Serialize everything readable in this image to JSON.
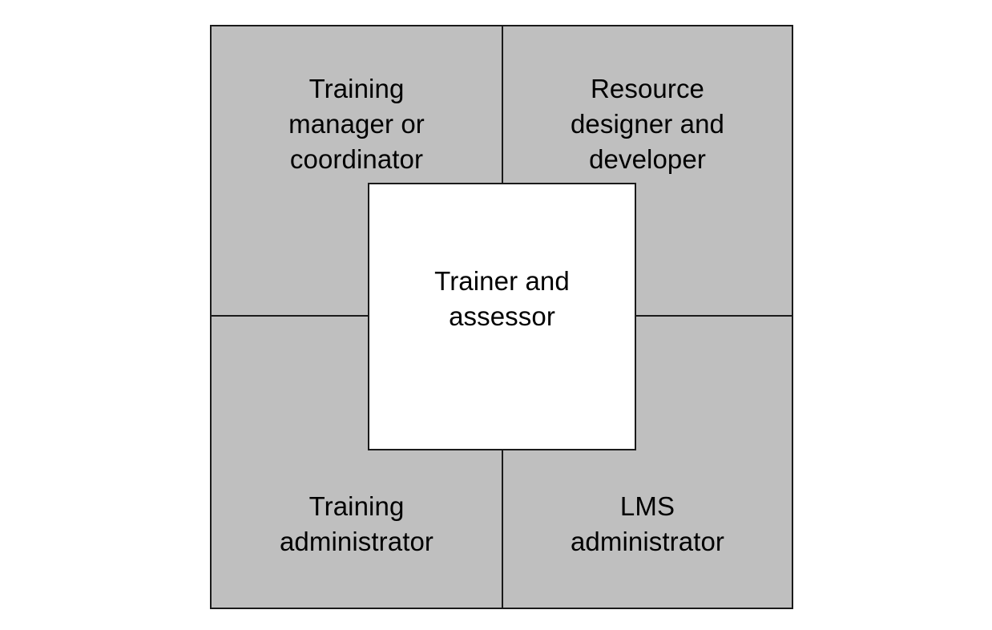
{
  "diagram": {
    "type": "center-surrounded-quadrants",
    "title": "Training roles diagram",
    "colors": {
      "quadrant_fill": "#BFBFBF",
      "center_fill": "#FFFFFF",
      "border": "#1A1A1A",
      "text": "#000000",
      "page_background": "#FFFFFF"
    },
    "center": {
      "label": "Trainer and\nassessor",
      "label_lines": [
        "Trainer and",
        "assessor"
      ]
    },
    "quadrants": [
      {
        "position": "top-left",
        "label": "Training\nmanager or\ncoordinator",
        "label_lines": [
          "Training",
          "manager or",
          "coordinator"
        ]
      },
      {
        "position": "top-right",
        "label": "Resource\ndesigner and\ndeveloper",
        "label_lines": [
          "Resource",
          "designer and",
          "developer"
        ]
      },
      {
        "position": "bottom-left",
        "label": "Training\nadministrator",
        "label_lines": [
          "Training",
          "administrator"
        ]
      },
      {
        "position": "bottom-right",
        "label": "LMS\nadministrator",
        "label_lines": [
          "LMS",
          "administrator"
        ]
      }
    ]
  }
}
